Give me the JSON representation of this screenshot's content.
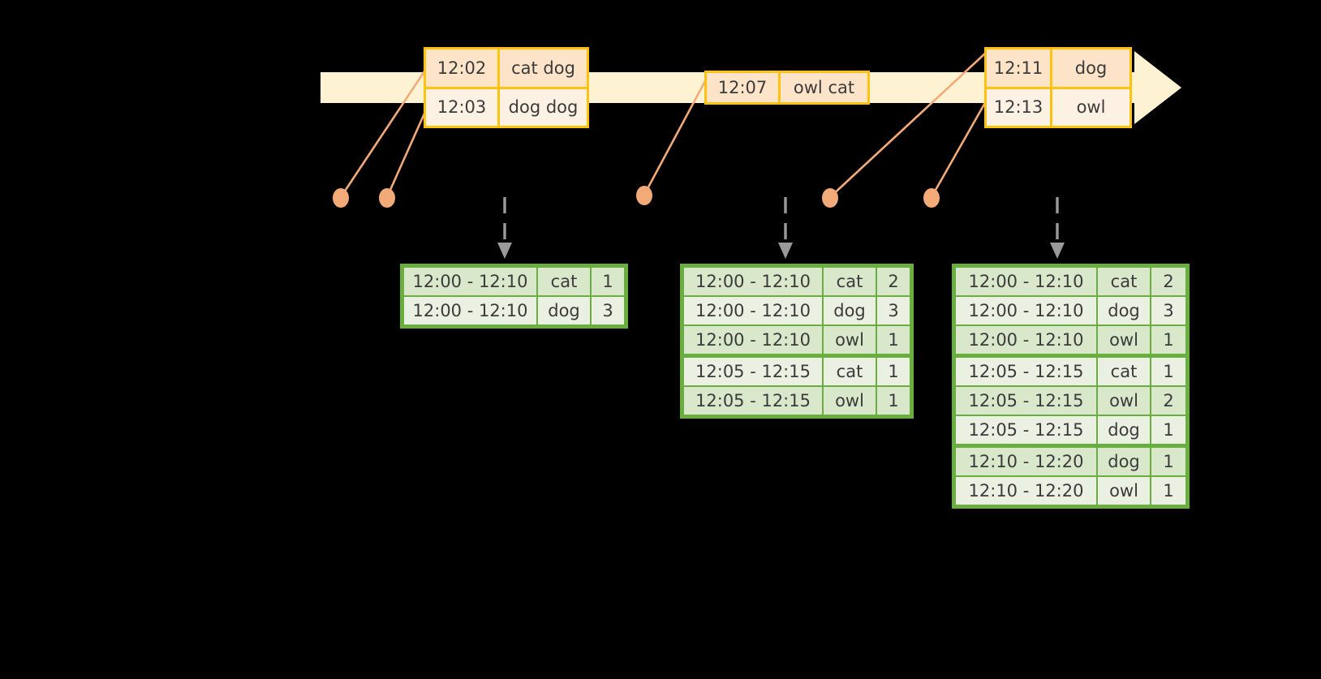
{
  "timeline": {
    "name": "event-stream-timeline",
    "events": [
      {
        "id": "ev1",
        "rows": [
          {
            "time": "12:02",
            "value": "cat dog"
          },
          {
            "time": "12:03",
            "value": "dog dog"
          }
        ]
      },
      {
        "id": "ev2",
        "rows": [
          {
            "time": "12:07",
            "value": "owl cat"
          }
        ]
      },
      {
        "id": "ev3",
        "rows": [
          {
            "time": "12:11",
            "value": "dog"
          },
          {
            "time": "12:13",
            "value": "owl"
          }
        ]
      }
    ]
  },
  "tables": [
    {
      "name": "result-table-1",
      "rows": [
        {
          "window": "12:00 - 12:10",
          "key": "cat",
          "count": "1"
        },
        {
          "window": "12:00 - 12:10",
          "key": "dog",
          "count": "3"
        }
      ]
    },
    {
      "name": "result-table-2",
      "rows": [
        {
          "window": "12:00 - 12:10",
          "key": "cat",
          "count": "2"
        },
        {
          "window": "12:00 - 12:10",
          "key": "dog",
          "count": "3"
        },
        {
          "window": "12:00 - 12:10",
          "key": "owl",
          "count": "1"
        },
        {
          "window": "12:05 - 12:15",
          "key": "cat",
          "count": "1"
        },
        {
          "window": "12:05 - 12:15",
          "key": "owl",
          "count": "1"
        }
      ]
    },
    {
      "name": "result-table-3",
      "rows": [
        {
          "window": "12:00 - 12:10",
          "key": "cat",
          "count": "2"
        },
        {
          "window": "12:00 - 12:10",
          "key": "dog",
          "count": "3"
        },
        {
          "window": "12:00 - 12:10",
          "key": "owl",
          "count": "1"
        },
        {
          "window": "12:05 - 12:15",
          "key": "cat",
          "count": "1"
        },
        {
          "window": "12:05 - 12:15",
          "key": "owl",
          "count": "2"
        },
        {
          "window": "12:05 - 12:15",
          "key": "dog",
          "count": "1"
        },
        {
          "window": "12:10 - 12:20",
          "key": "dog",
          "count": "1"
        },
        {
          "window": "12:10 - 12:20",
          "key": "owl",
          "count": "1"
        }
      ]
    }
  ],
  "colors": {
    "timeline_bar": "#fdf3d3",
    "event_border": "#ffc20e",
    "event_fill_dark": "#fde3c8",
    "event_fill_light": "#fdf1e3",
    "connector": "#f2aa78",
    "table_border": "#6aae3f",
    "table_fill_dark": "#d9e7cb",
    "table_fill_light": "#eaf1e3",
    "arrow": "#9a9a9a",
    "background": "#000000"
  }
}
